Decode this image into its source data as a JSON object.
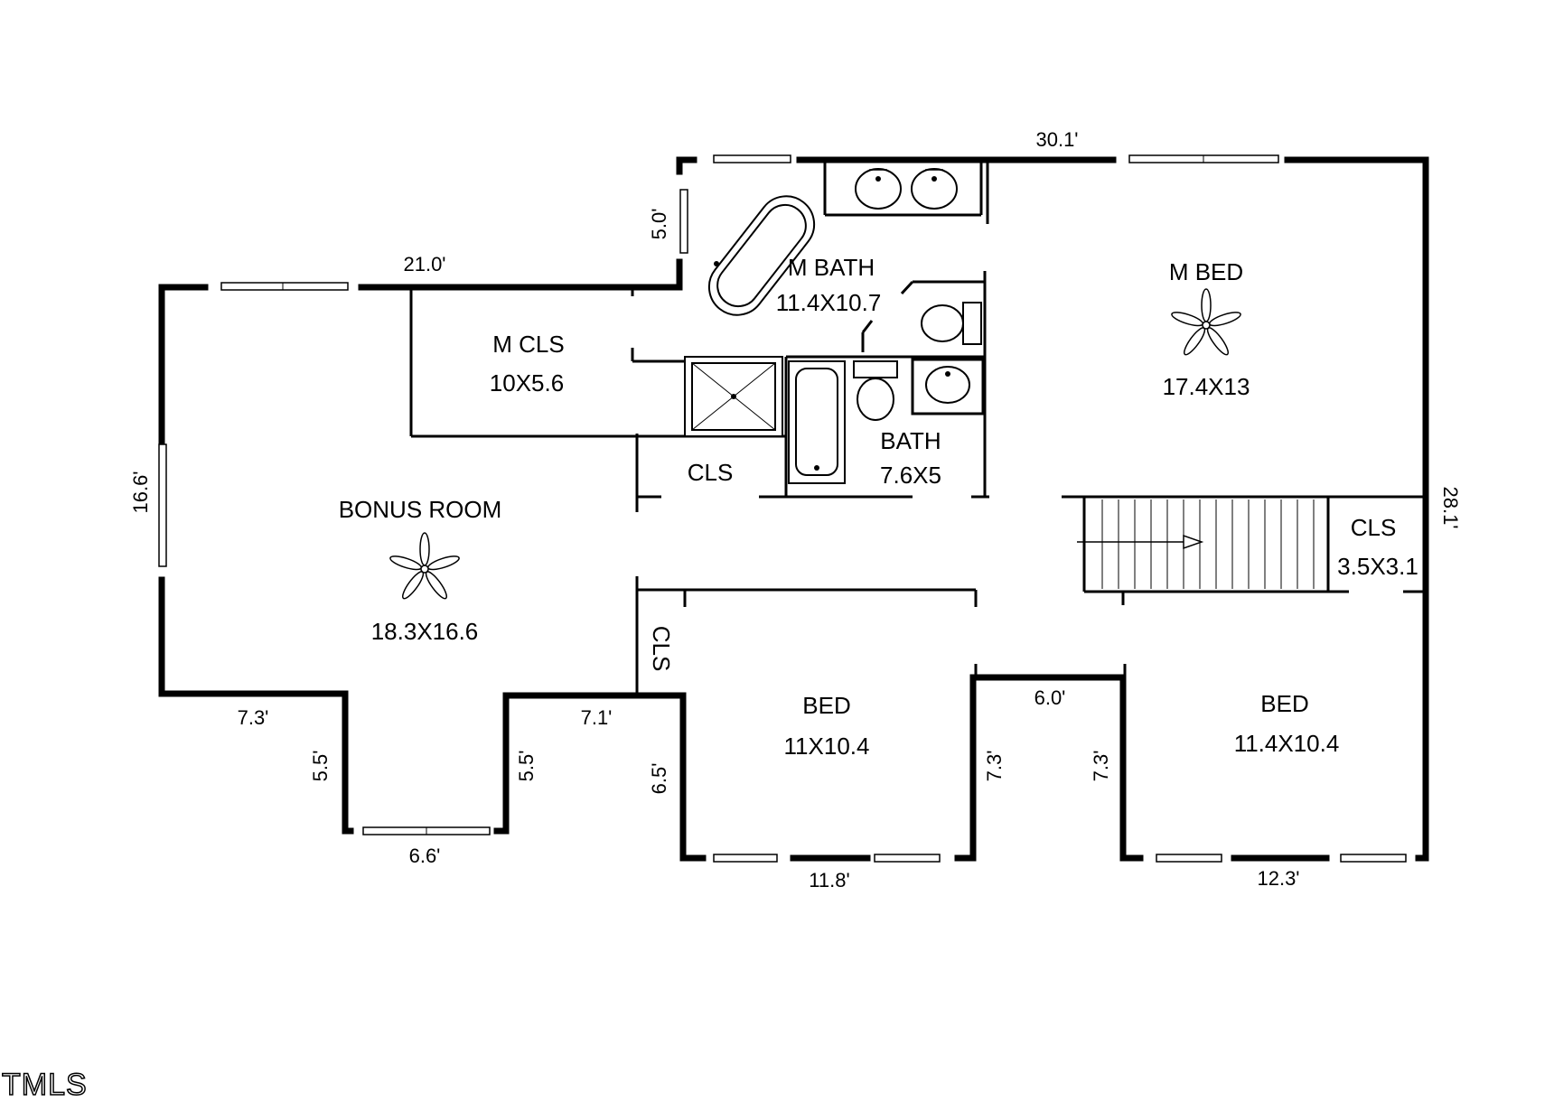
{
  "rooms": {
    "bonus": {
      "name": "BONUS ROOM",
      "size": "18.3X16.6"
    },
    "m_cls": {
      "name": "M CLS",
      "size": "10X5.6"
    },
    "m_bath": {
      "name": "M BATH",
      "size": "11.4X10.7"
    },
    "m_bed": {
      "name": "M BED",
      "size": "17.4X13"
    },
    "bath": {
      "name": "BATH",
      "size": "7.6X5"
    },
    "cls_hall": {
      "name": "CLS"
    },
    "cls_stair": {
      "name": "CLS",
      "size": "3.5X3.1"
    },
    "cls_vertical": {
      "name": "CLS"
    },
    "bed_left": {
      "name": "BED",
      "size": "11X10.4"
    },
    "bed_right": {
      "name": "BED",
      "size": "11.4X10.4"
    }
  },
  "dimensions": {
    "top_right": "30.1'",
    "top_left": "21.0'",
    "bath_wall": "5.0'",
    "left_wall": "16.6'",
    "right_wall": "28.1'",
    "bonus_bottom_left": "7.3'",
    "bonus_bottom_mid": "7.1'",
    "bonus_notch_left": "5.5'",
    "bonus_notch_right": "5.5'",
    "bonus_bottom": "6.6'",
    "bed_left_wall": "6.5'",
    "bed_left_bottom": "11.8'",
    "notch_top": "6.0'",
    "notch_left": "7.3'",
    "notch_right": "7.3'",
    "bed_right_bottom": "12.3'"
  },
  "logo": "TMLS"
}
